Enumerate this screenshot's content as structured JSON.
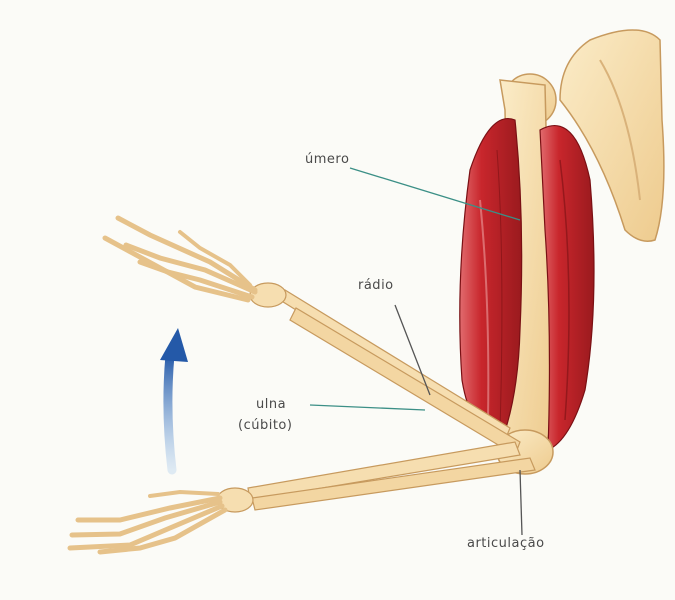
{
  "labels": {
    "humerus": "úmero",
    "radius": "rádio",
    "ulna": "ulna",
    "ulna_alt": "(cúbito)",
    "joint": "articulação"
  },
  "colors": {
    "bone": "#f6deb0",
    "bone_outline": "#c79a5e",
    "muscle": "#c8262c",
    "muscle_dark": "#8f1418",
    "muscle_light": "#e87a7c",
    "arrow": "#2e68b8",
    "leader_line": "#3b8f86"
  }
}
